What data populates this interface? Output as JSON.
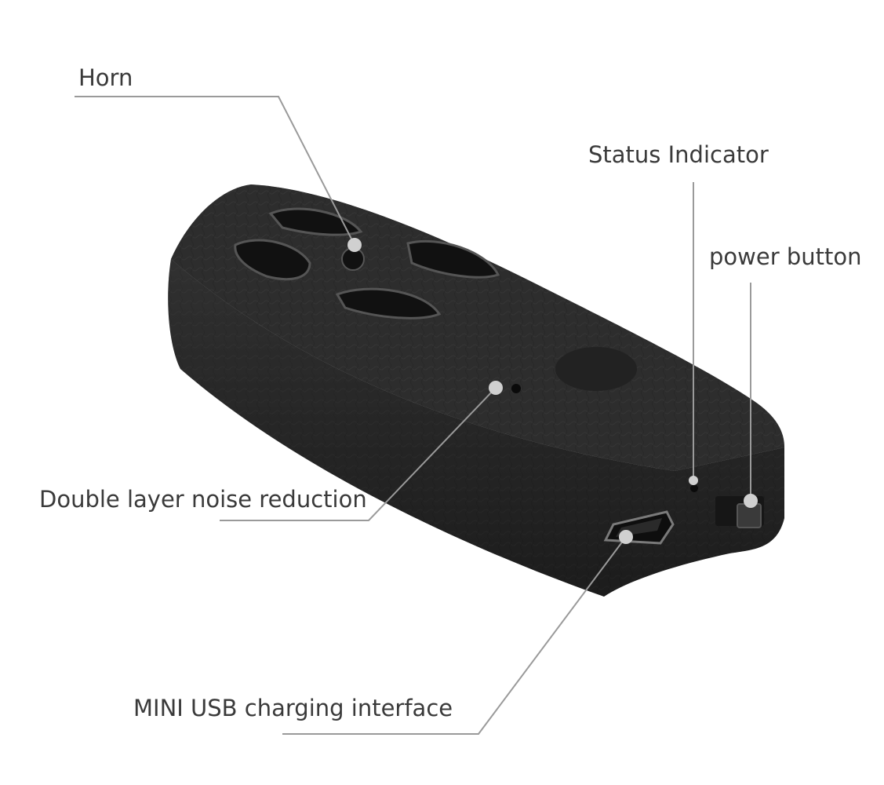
{
  "labels": {
    "horn": "Horn",
    "status_indicator": "Status Indicator",
    "power_button": "power button",
    "noise_reduction": "Double layer noise reduction",
    "usb_interface": "MINI USB charging interface"
  },
  "colors": {
    "device_body": "#2a2a2a",
    "leader_line": "#9a9a9a",
    "label_text": "#3a3a3a",
    "marker_dot": "#d0d0d0"
  }
}
